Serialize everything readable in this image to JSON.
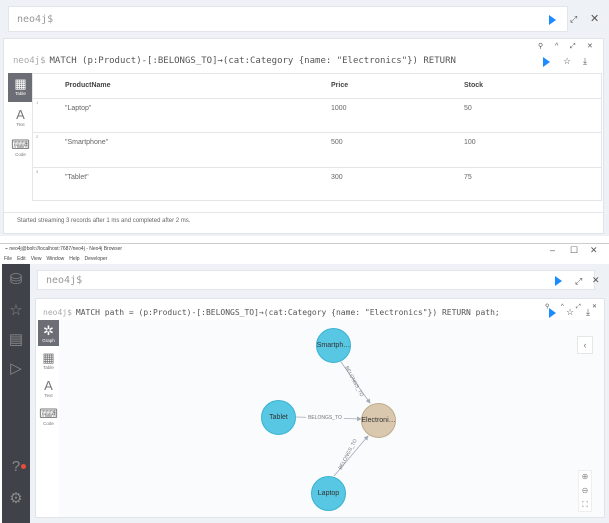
{
  "top": {
    "editor": {
      "prompt": "neo4j$"
    },
    "frame": {
      "query_prompt": "neo4j$",
      "query": "MATCH (p:Product)-[:BELONGS_TO]→(cat:Category {name: \"Electronics\"}) RETURN p.name AS Produ…",
      "views": [
        {
          "icon": "▦",
          "label": "Table",
          "selected": true
        },
        {
          "icon": "A",
          "label": "Text"
        },
        {
          "icon": "⌨",
          "label": "Code"
        }
      ],
      "table": {
        "columns": [
          "ProductName",
          "Price",
          "Stock"
        ],
        "rows": [
          {
            "n": "1",
            "cells": [
              "\"Laptop\"",
              "1000",
              "50"
            ]
          },
          {
            "n": "2",
            "cells": [
              "\"Smartphone\"",
              "500",
              "100"
            ]
          },
          {
            "n": "3",
            "cells": [
              "\"Tablet\"",
              "300",
              "75"
            ]
          }
        ]
      },
      "status": "Started streaming 3 records after 1 ms and completed after 2 ms."
    }
  },
  "window": {
    "title": "neo4j@bolt://localhost:7687/neo4j - Neo4j Browser",
    "menu": [
      "File",
      "Edit",
      "View",
      "Window",
      "Help",
      "Developer"
    ],
    "editor": {
      "prompt": "neo4j$"
    },
    "frame": {
      "query_prompt": "neo4j$",
      "query": "MATCH path = (p:Product)-[:BELONGS_TO]→(cat:Category {name: \"Electronics\"}) RETURN path;",
      "views": [
        {
          "icon": "✲",
          "label": "Graph",
          "selected": true
        },
        {
          "icon": "▦",
          "label": "Table"
        },
        {
          "icon": "A",
          "label": "Text"
        },
        {
          "icon": "⌨",
          "label": "Code"
        }
      ],
      "graph": {
        "nodes": [
          {
            "label": "Smartph…",
            "type": "Product"
          },
          {
            "label": "Tablet",
            "type": "Product"
          },
          {
            "label": "Electroni…",
            "type": "Category"
          },
          {
            "label": "Laptop",
            "type": "Product"
          }
        ],
        "relationship": "BELONGS_TO"
      }
    },
    "colors": {
      "product": "#57c7e3",
      "category": "#d9c8ae",
      "accent": "#1a8cff",
      "sidebar": "#3f4349"
    }
  }
}
